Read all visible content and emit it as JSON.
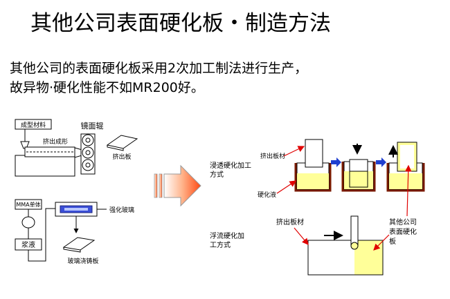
{
  "title": "其他公司表面硬化板・制造方法",
  "subtitle_line1": "其他公司的表面硬化板采用2次加工制法进行生产，",
  "subtitle_line2": "故异物·硬化性能不如MR200好。",
  "diagram": {
    "labels": {
      "forming_material": "成型材料",
      "mirror_roll": "镜面辊",
      "extrusion_forming": "挤出成形",
      "extruded_sheet_left": "挤出板",
      "mma_monomer": "MMA单体",
      "slurry": "浆液",
      "tempered_glass": "强化玻璃",
      "glass_cast_sheet": "玻璃浇铸板",
      "dip_method_line1": "浸透硬化加工",
      "dip_method_line2": "方式",
      "extruded_sheet_dip": "挤出板材",
      "hardening_liquid": "硬化液",
      "flow_method_line1": "浮流硬化加",
      "flow_method_line2": "工方式",
      "extruded_sheet_flow": "挤出板材",
      "other_company_line1": "其他公司",
      "other_company_line2": "表面硬化",
      "other_company_line3": "板"
    }
  }
}
